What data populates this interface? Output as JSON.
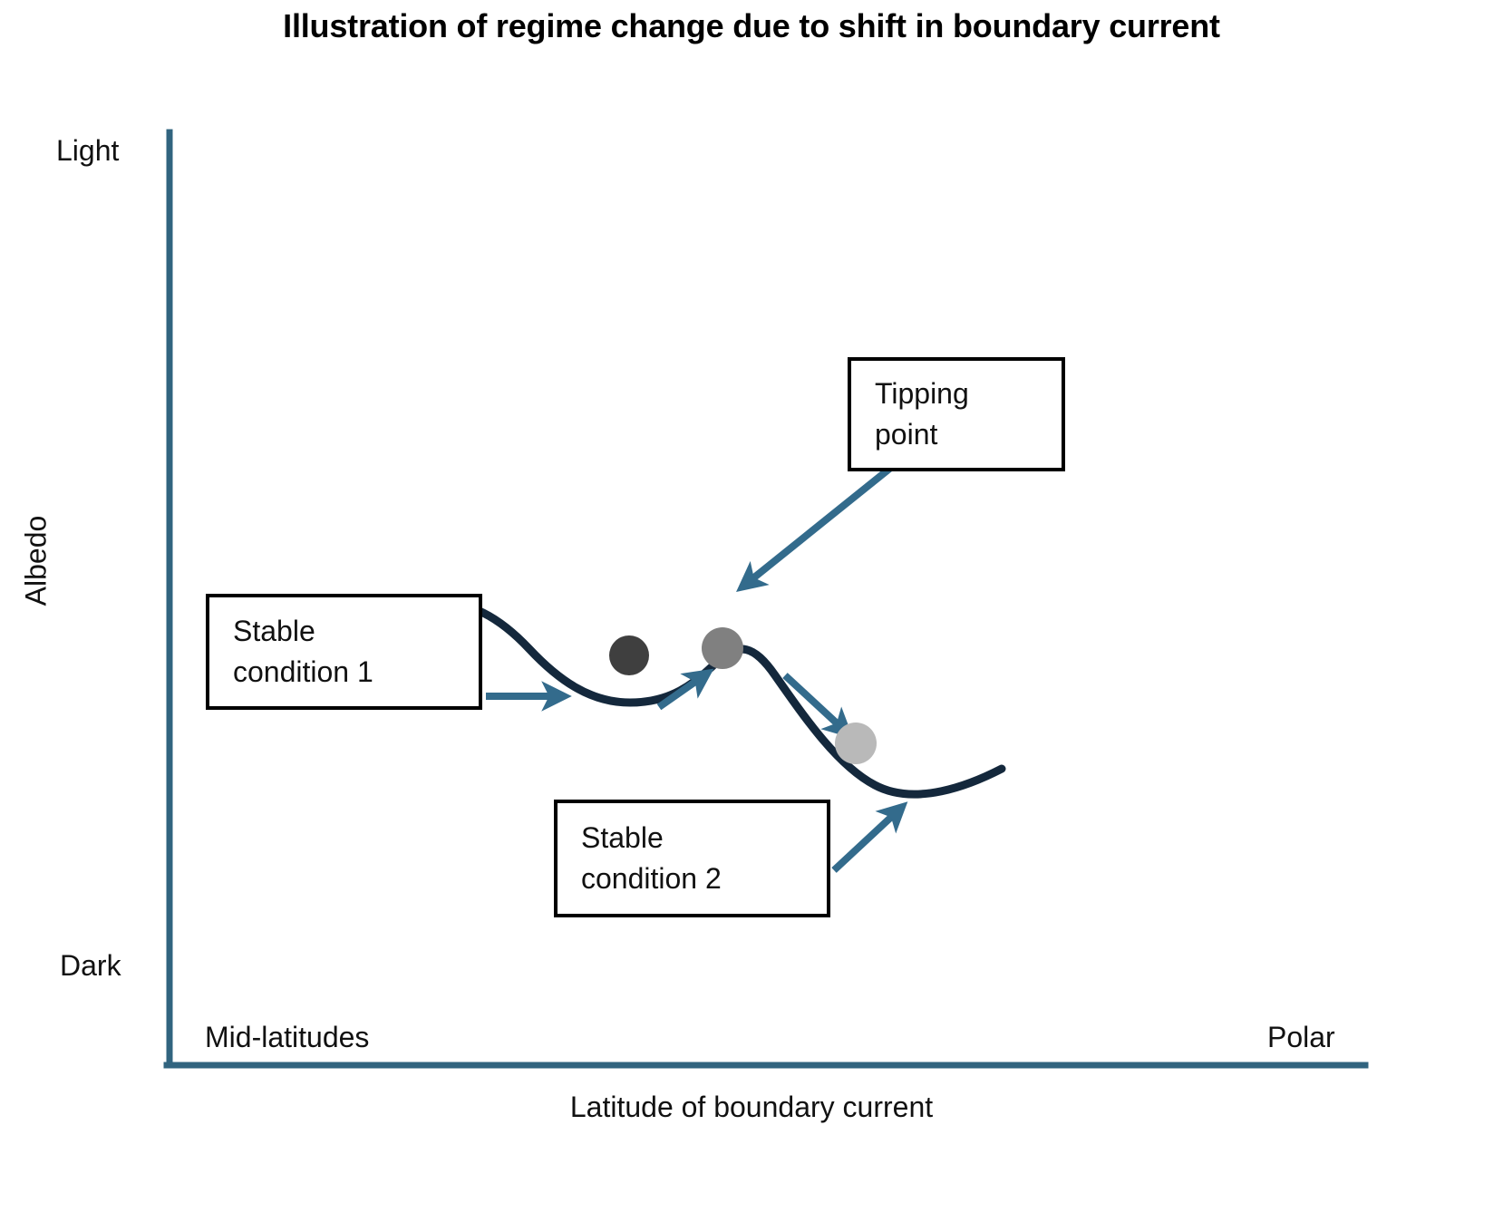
{
  "chart_data": {
    "type": "line",
    "title": "Illustration of regime change due to shift in boundary current",
    "xlabel": "Latitude of boundary current",
    "ylabel": "Albedo",
    "x_tick_labels": [
      "Mid-latitudes",
      "Polar"
    ],
    "y_tick_labels": [
      "Dark",
      "Light"
    ],
    "grid": false,
    "legend": "none",
    "axis_color": "#31647f",
    "curve_color": "#14283c",
    "annotation_color": "#336b8c",
    "series": [
      {
        "name": "Albedo potential curve",
        "description": "S-shaped potential landscape falling from a high plateau at mid-latitudes through a shallow well, over a local hump (tipping point), down a steep slope into a deeper well near polar latitudes",
        "x": [
          0.21,
          0.27,
          0.33,
          0.38,
          0.42,
          0.46,
          0.5,
          0.54,
          0.58,
          0.62,
          0.66,
          0.7,
          0.74,
          0.79,
          0.84,
          0.89
        ],
        "y": [
          0.62,
          0.615,
          0.6,
          0.575,
          0.545,
          0.52,
          0.505,
          0.505,
          0.515,
          0.525,
          0.52,
          0.48,
          0.43,
          0.395,
          0.385,
          0.395
        ]
      }
    ],
    "markers": [
      {
        "name": "ball-stable-1",
        "label": "Stable condition 1 ball",
        "x": 0.395,
        "y": 0.512,
        "color": "#3f3f3f",
        "size": 44
      },
      {
        "name": "ball-tipping",
        "label": "Tipping point ball",
        "x": 0.455,
        "y": 0.52,
        "color": "#808080",
        "size": 46
      },
      {
        "name": "ball-stable-2",
        "label": "Stable condition 2 ball",
        "x": 0.545,
        "y": 0.44,
        "color": "#b9b9b9",
        "size": 46
      }
    ],
    "annotations": [
      {
        "name": "tipping-point",
        "text": "Tipping point",
        "lines": [
          "Tipping",
          "point"
        ],
        "points_to": "local maximum of curve"
      },
      {
        "name": "stable-condition-1",
        "text": "Stable condition 1",
        "lines": [
          "Stable",
          "condition 1"
        ],
        "points_to": "first potential well"
      },
      {
        "name": "stable-condition-2",
        "text": "Stable condition 2",
        "lines": [
          "Stable",
          "condition 2"
        ],
        "points_to": "second potential well"
      }
    ]
  },
  "axes": {
    "y_top_label": "Light",
    "y_bottom_label": "Dark",
    "y_title": "Albedo",
    "x_left_label": "Mid-latitudes",
    "x_right_label": "Polar",
    "x_title": "Latitude of boundary current"
  },
  "callouts": {
    "tipping": {
      "line1": "Tipping",
      "line2": "point"
    },
    "stable1": {
      "line1": "Stable",
      "line2": "condition 1"
    },
    "stable2": {
      "line1": "Stable",
      "line2": "condition 2"
    }
  },
  "title": "Illustration of regime change due to shift in boundary current"
}
